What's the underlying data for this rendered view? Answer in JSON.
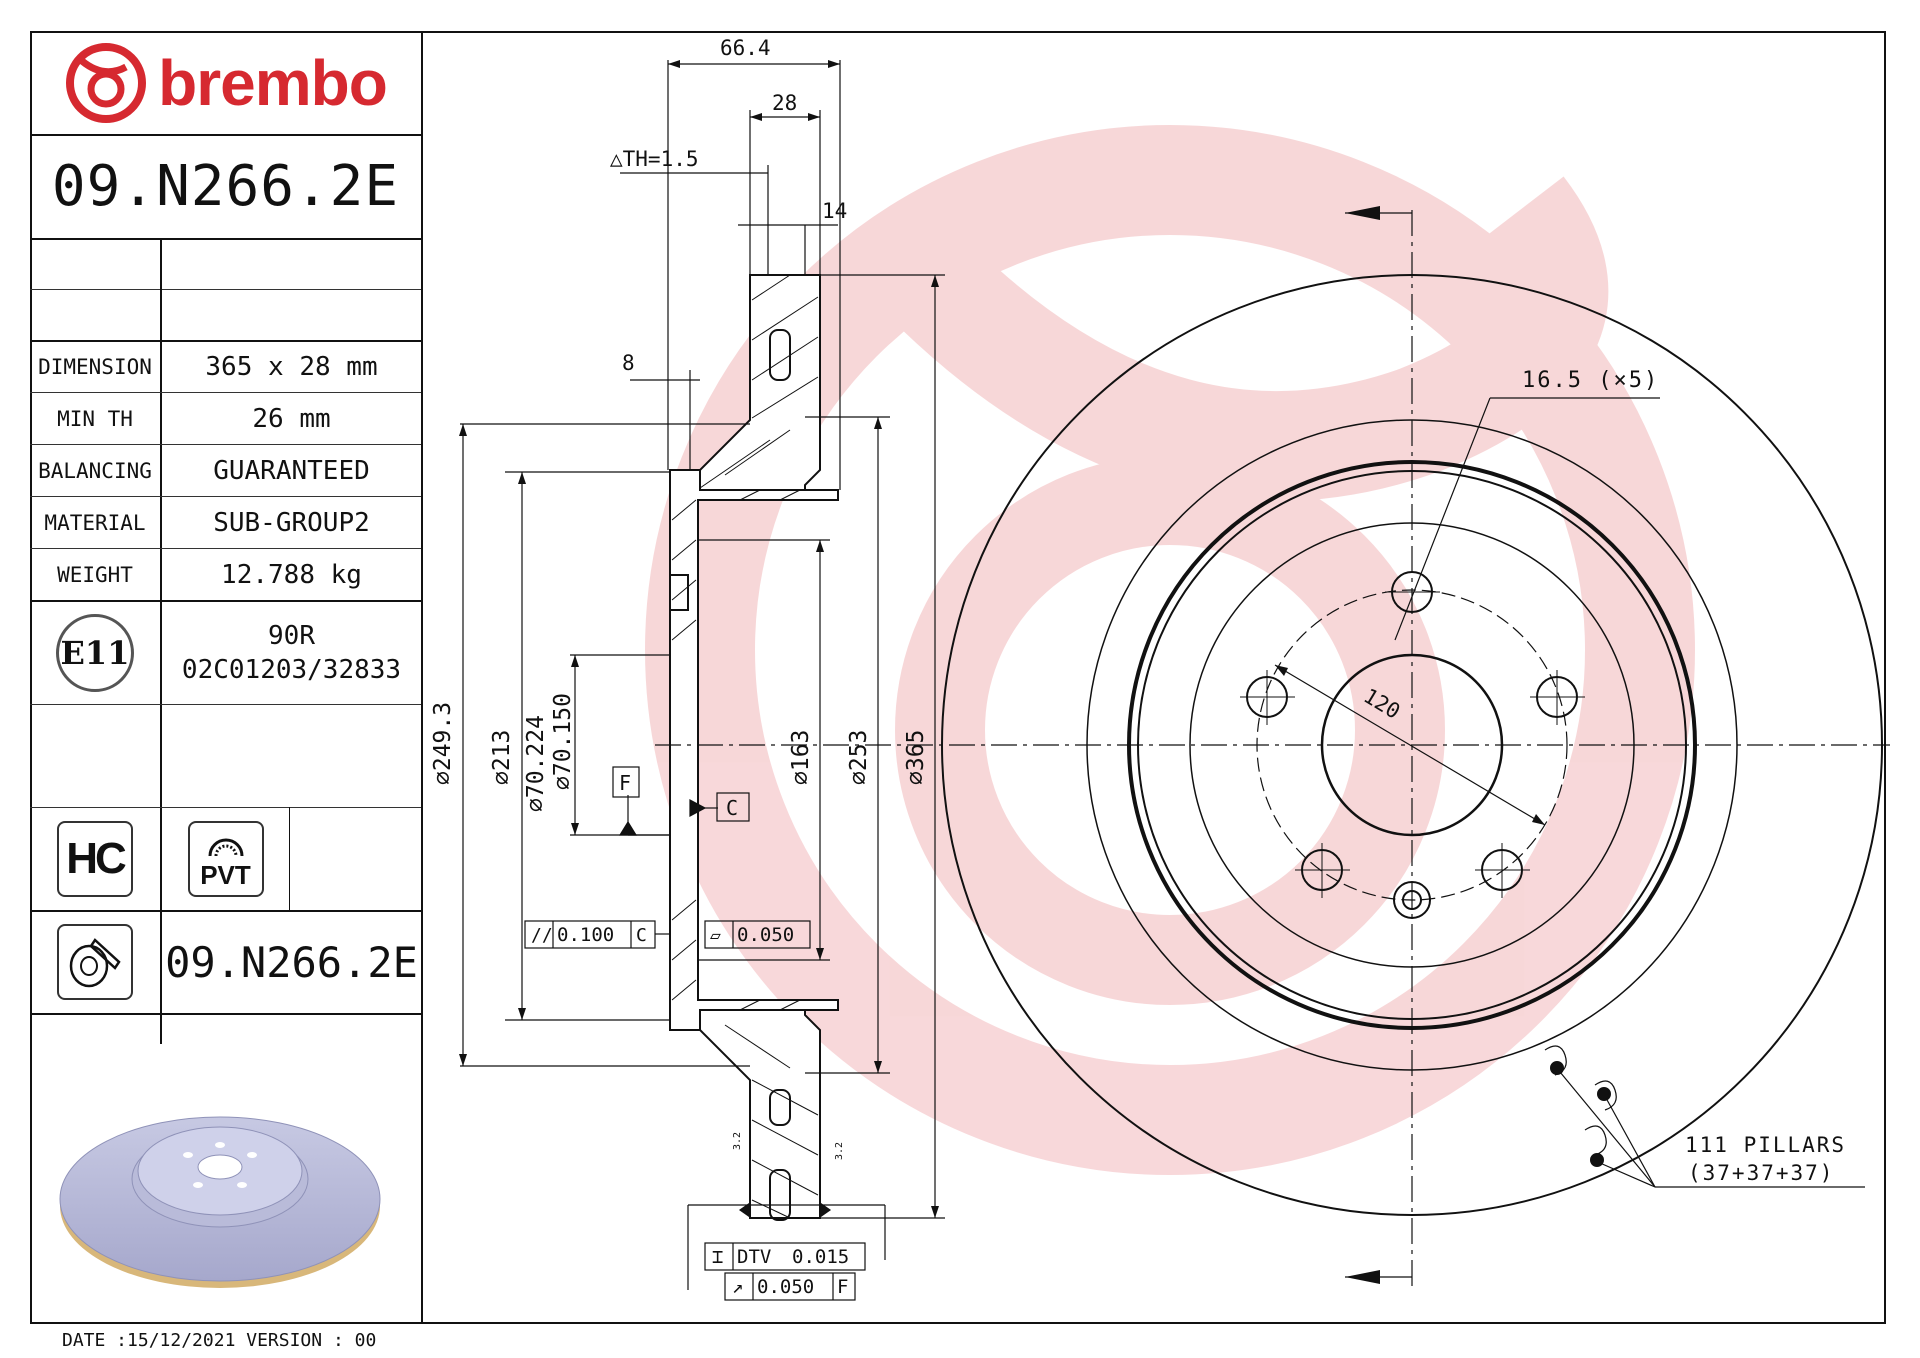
{
  "brand": {
    "name": "brembo",
    "color": "#d62930"
  },
  "header": {
    "part_number": "09.N266.2E"
  },
  "specs": [
    {
      "label": "DIMENSION",
      "value": "365 x 28 mm"
    },
    {
      "label": "MIN TH",
      "value": "26 mm"
    },
    {
      "label": "BALANCING",
      "value": "GUARANTEED"
    },
    {
      "label": "MATERIAL",
      "value": "SUB-GROUP2"
    },
    {
      "label": "WEIGHT",
      "value": "12.788 kg"
    }
  ],
  "homologation": {
    "mark": "E11",
    "regulation": "90R",
    "code": "02C01203/32833"
  },
  "badges": {
    "hc": "HC",
    "pvt": "PVT"
  },
  "footer_part_number": "09.N266.2E",
  "footer": {
    "date_label": "DATE :",
    "date": "15/12/2021",
    "version_label": "VERSION :",
    "version": "00"
  },
  "drawing": {
    "dims_top": {
      "overall": "66.4",
      "thickness": "28",
      "th": "△TH=1.5",
      "flange": "14",
      "hat": "8"
    },
    "diameters": [
      "⌀249.3",
      "⌀213",
      "⌀70.224",
      "⌀70.150",
      "⌀163",
      "⌀253",
      "⌀365"
    ],
    "datums": {
      "f": "F",
      "c": "C"
    },
    "tolerances": {
      "parallel": "0.100",
      "parallel_ref": "C",
      "flatness": "0.050",
      "dtv_label": "DTV",
      "dtv": "0.015",
      "runout": "0.050",
      "runout_ref": "F"
    },
    "holes": "16.5 (×5)",
    "pcd": "120",
    "pillars": "111 PILLARS",
    "pillars_detail": "(37+37+37)",
    "roughness": "3.2"
  }
}
